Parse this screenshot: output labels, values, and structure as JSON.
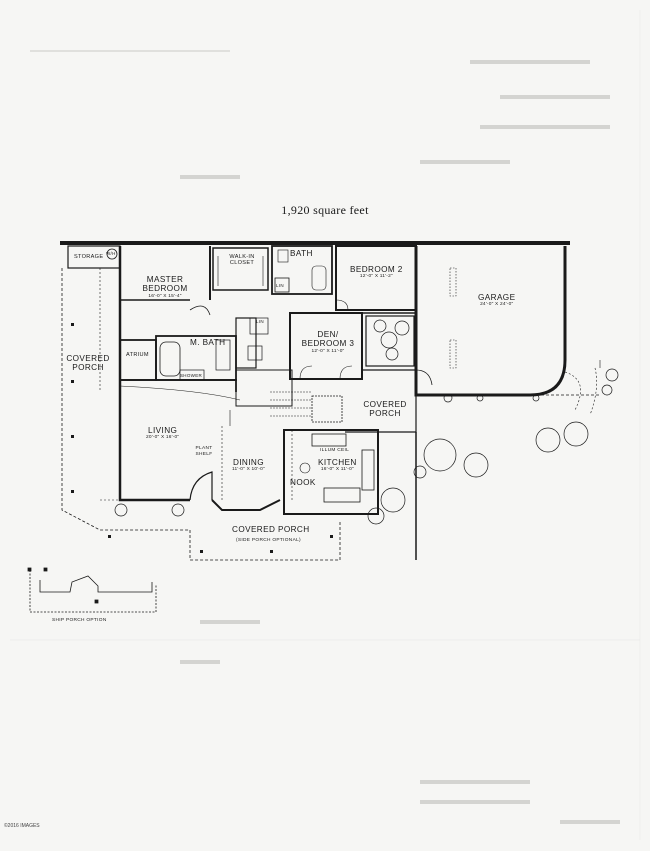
{
  "title": "1,920 square feet",
  "rooms": {
    "storage": "STORAGE",
    "wh": "W/H",
    "master_bedroom": "MASTER BEDROOM",
    "master_bedroom_dim": "16'-0\" X 15'-4\"",
    "walk_in_closet": "WALK-IN CLOSET",
    "bath": "BATH",
    "lin_1": "LIN",
    "lin_2": "LIN",
    "bedroom_2": "BEDROOM 2",
    "bedroom_2_dim": "12'-0\" X 11'-2\"",
    "garage": "GARAGE",
    "garage_dim": "24'-0\" X 24'-0\"",
    "m_bath": "M. BATH",
    "atrium": "ATRIUM",
    "shower": "SHOWER",
    "den_bedroom_3": "DEN/ BEDROOM 3",
    "den_bedroom_3_dim": "12'-0\" X 11'-0\"",
    "covered_porch_left": "COVERED PORCH",
    "covered_porch_right": "COVERED PORCH",
    "living": "LIVING",
    "living_dim": "20'-0\" X 16'-0\"",
    "plant_shelf": "PLANT SHELF",
    "dining": "DINING",
    "dining_dim": "11'-0\" X 10'-0\"",
    "kitchen": "KITCHEN",
    "kitchen_dim": "16'-0\" X 11'-0\"",
    "illum_ceil": "ILLUM CEIL",
    "nook": "NOOK",
    "covered_porch_bottom": "COVERED PORCH",
    "side_porch_optional": "(SIDE PORCH OPTIONAL)",
    "ship_porch_option": "SHIP PORCH OPTION"
  },
  "copyright": "©2016 IMAGES"
}
